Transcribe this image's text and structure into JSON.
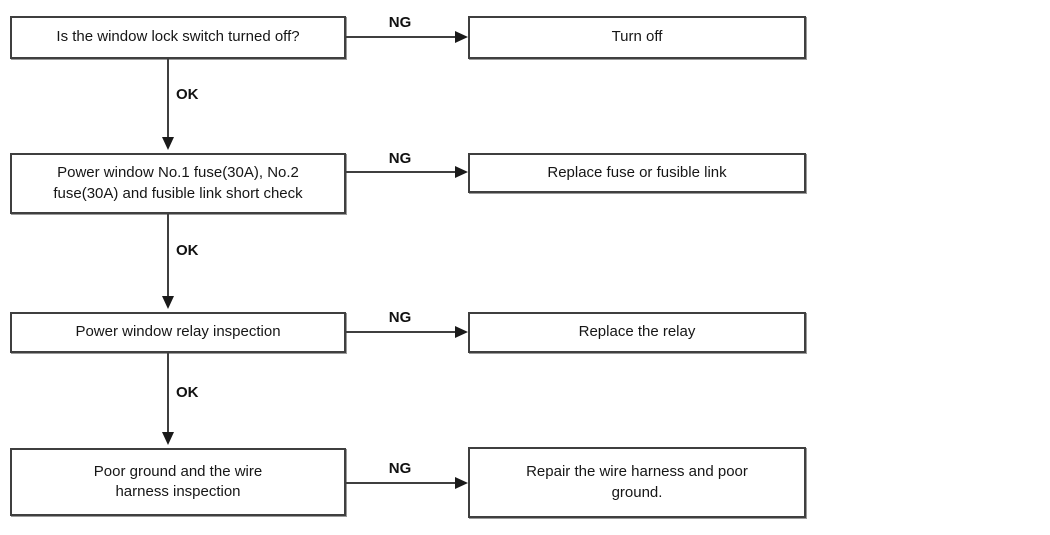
{
  "flowchart": {
    "ng_label": "NG",
    "ok_label": "OK",
    "colors": {
      "border": "#3f3f3f",
      "text": "#161616",
      "background": "#ffffff"
    },
    "rows": [
      {
        "step_lines": [
          "Is the window lock switch turned off?"
        ],
        "action_lines": [
          "Turn off"
        ]
      },
      {
        "step_lines": [
          "Power window No.1 fuse(30A), No.2",
          "fuse(30A) and fusible link short check"
        ],
        "action_lines": [
          "Replace fuse or fusible link"
        ]
      },
      {
        "step_lines": [
          "Power window relay inspection"
        ],
        "action_lines": [
          "Replace the relay"
        ]
      },
      {
        "step_lines": [
          "Poor ground and the wire",
          "harness inspection"
        ],
        "action_lines": [
          "Repair the wire harness and poor",
          "ground."
        ]
      }
    ]
  }
}
